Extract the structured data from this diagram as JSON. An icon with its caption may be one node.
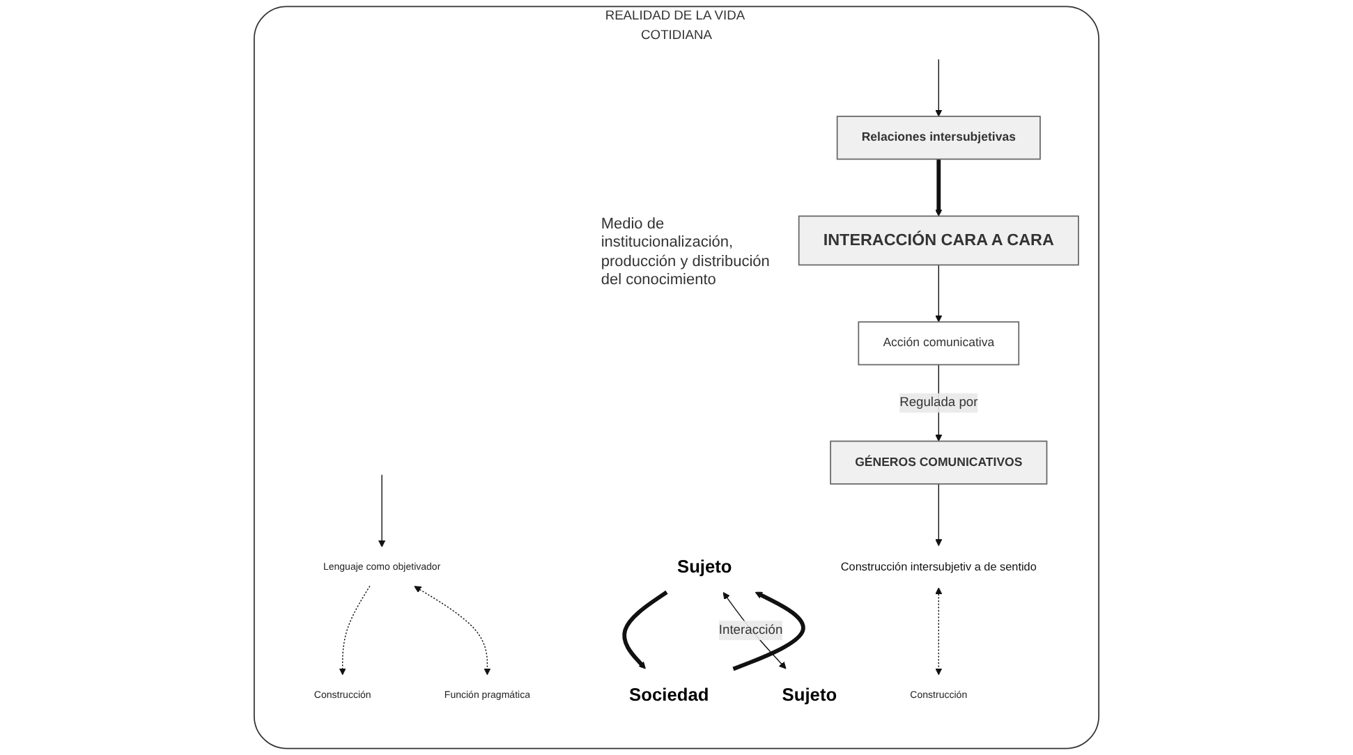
{
  "diagram": {
    "nodes": [
      {
        "text": [
          "REALIDAD DE LA VIDA COTIDIANA"
        ]
      },
      {
        "text": [
          "Construcción"
        ],
        "in": 0
      },
      {
        "text": [
          "Lenguaje como objetivador"
        ],
        "in": 0
      },
      {
        "text": [
          "Sociedad"
        ],
        "in": 0
      },
      {
        "text": [
          "Sujeto"
        ],
        "in": 0
      },
      {
        "text": [
          "Sujeto"
        ],
        "in": 0
      },
      {
        "text": [
          "Función pragmática"
        ],
        "in": 0
      },
      {
        "text": [
          "Construcción intersubjetiv a de sentido"
        ],
        "in": 0
      },
      {
        "text": [
          "Construcción"
        ],
        "in": 0
      },
      {
        "text": [
          "GÉNEROS COMUNICATIVOS"
        ],
        "in": 0
      },
      {
        "text": [
          "Relaciones intersubjetivas"
        ],
        "in": 0
      },
      {
        "text": [
          "Acción comunicativa"
        ],
        "in": 0
      },
      {
        "text": [
          "INTERACCIÓN CARA A CARA"
        ],
        "in": 0,
        "beside": [
          "Medio de institucionalización, producción y distribución del conocimiento"
        ]
      }
    ],
    "edges": [
      {
        "from": 2,
        "to": 1,
        "arrow": "to",
        "style": "dashed"
      },
      {
        "from": 4,
        "to": 3,
        "arrow": "to",
        "style": "thick"
      },
      {
        "from": 3,
        "to": 4,
        "arrow": "to",
        "style": "thick"
      },
      {
        "from": 4,
        "to": 5,
        "arrow": "both",
        "label": "Interacción"
      },
      {
        "from": null,
        "to": 2,
        "arrow": "to"
      },
      {
        "from": 2,
        "to": 6,
        "arrow": "both",
        "style": "dashed"
      },
      {
        "from": 7,
        "to": 8,
        "arrow": "both",
        "style": "dashed"
      },
      {
        "from": 9,
        "to": 7,
        "arrow": "to"
      },
      {
        "from": null,
        "to": 10,
        "arrow": "to"
      },
      {
        "from": 10,
        "to": 12,
        "arrow": "to",
        "style": "thick"
      },
      {
        "from": 12,
        "to": 11,
        "arrow": "to"
      },
      {
        "from": 11,
        "to": 9,
        "arrow": "to",
        "label": "Regulada por"
      }
    ]
  }
}
